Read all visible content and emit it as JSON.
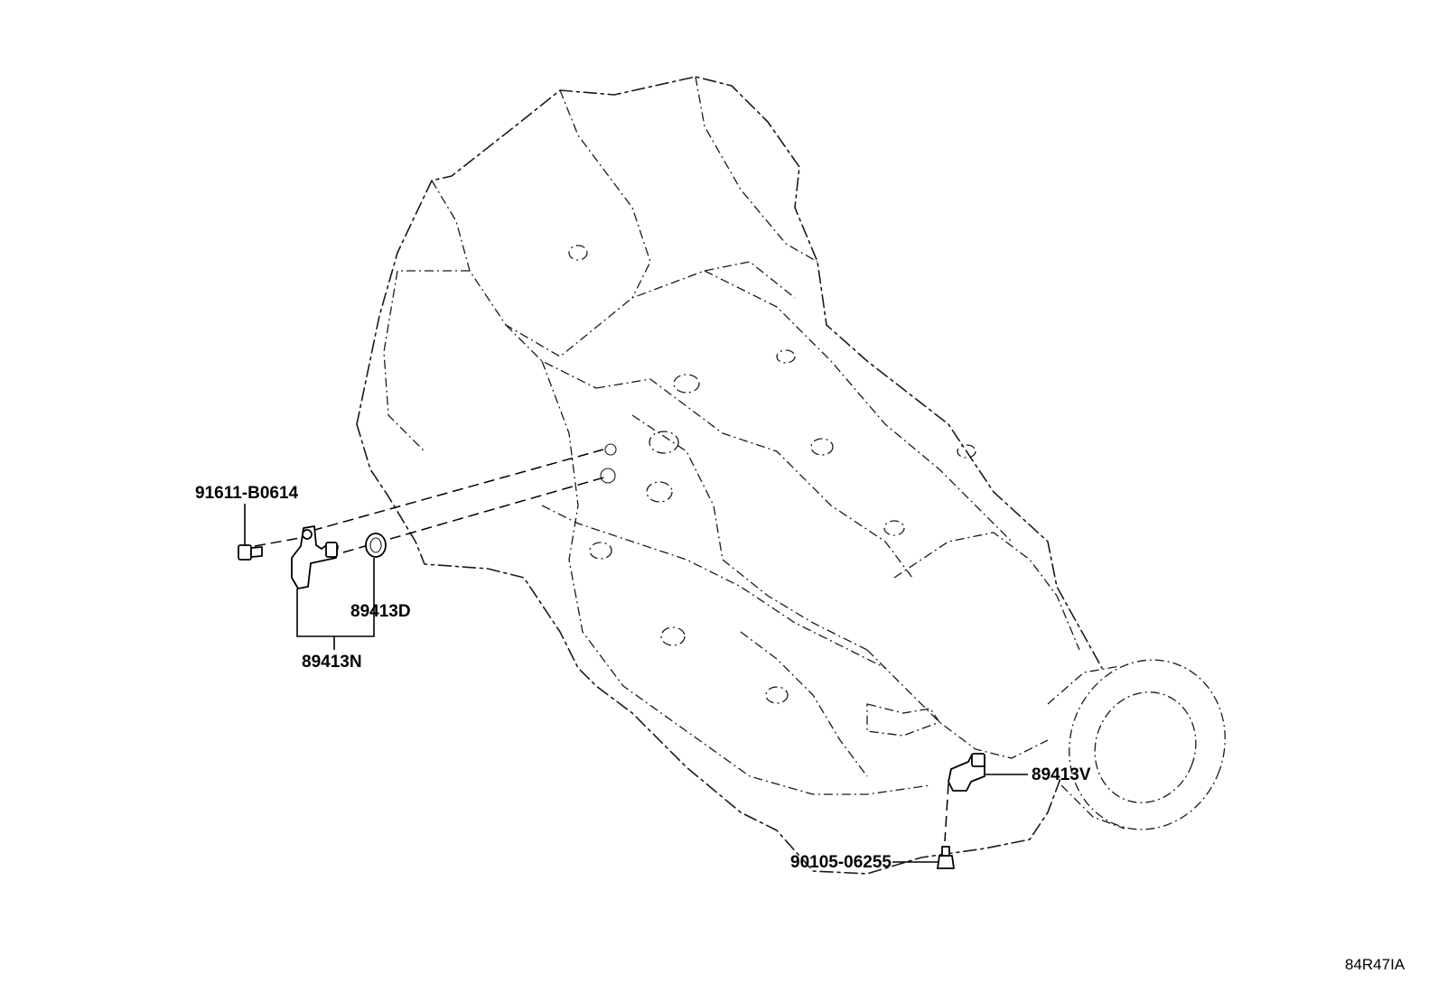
{
  "callouts": {
    "bolt_upper": "91611-B0614",
    "ring": "89413D",
    "sensor_left": "89413N",
    "sensor_right": "89413V",
    "bolt_lower": "90105-06255"
  },
  "figure_id": "84R47IA"
}
